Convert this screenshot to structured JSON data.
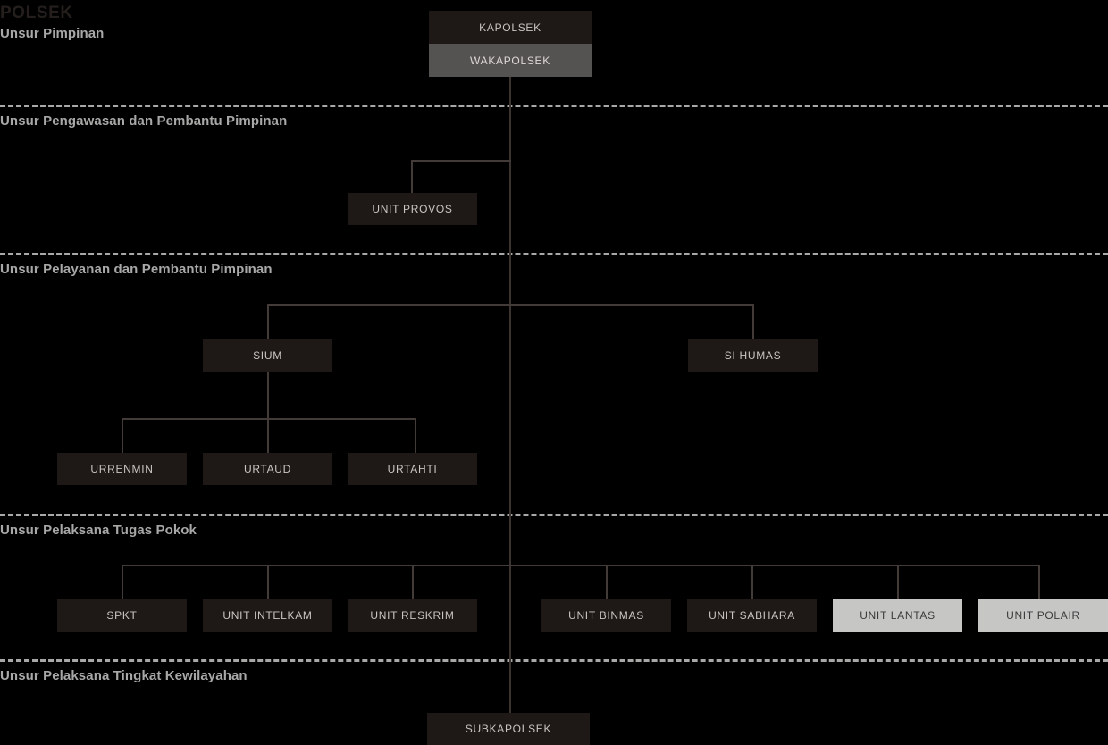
{
  "document": {
    "title": "POLSEK"
  },
  "colors": {
    "background": "#000000",
    "box_dark": "#1e1917",
    "box_mid": "#555352",
    "box_light": "#c6c6c5",
    "connector": "#433b37",
    "section_label": "#a8a8a7",
    "title": "#241f1d"
  },
  "sections": [
    {
      "label": "Unsur Pimpinan"
    },
    {
      "label": "Unsur Pengawasan dan Pembantu Pimpinan"
    },
    {
      "label": "Unsur Pelayanan dan Pembantu Pimpinan"
    },
    {
      "label": "Unsur Pelaksana Tugas Pokok"
    },
    {
      "label": "Unsur Pelaksana Tingkat Kewilayahan"
    }
  ],
  "nodes": {
    "kapolsek": "KAPOLSEK",
    "wakapolsek": "WAKAPOLSEK",
    "unit_provos": "UNIT PROVOS",
    "sium": "SIUM",
    "si_humas": "SI HUMAS",
    "urrenmin": "URRENMIN",
    "urtaud": "URTAUD",
    "urtahti": "URTAHTI",
    "spkt": "SPKT",
    "unit_intelkam": "UNIT INTELKAM",
    "unit_reskrim": "UNIT RESKRIM",
    "unit_binmas": "UNIT BINMAS",
    "unit_sabhara": "UNIT SABHARA",
    "unit_lantas": "UNIT LANTAS",
    "unit_polair": "UNIT POLAIR",
    "subkapolsek": "SUBKAPOLSEK"
  }
}
